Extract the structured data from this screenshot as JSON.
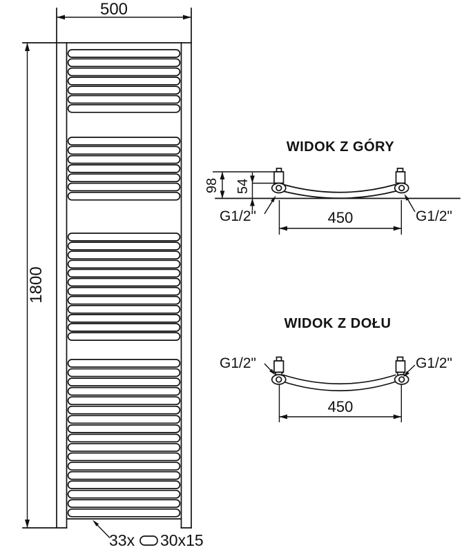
{
  "drawing": {
    "front_view": {
      "width_label": "500",
      "height_label": "1800",
      "rung_count_label": "33x",
      "rung_size_label": "30x15",
      "rung_symbol": "oval-tube",
      "rung_groups": [
        {
          "start": 72,
          "count": 7,
          "pitch": 13.3
        },
        {
          "start": 199,
          "count": 7,
          "pitch": 13.3
        },
        {
          "start": 338,
          "count": 12,
          "pitch": 13.1
        },
        {
          "start": 521,
          "count": 17,
          "pitch": 13.55
        }
      ]
    },
    "top_view": {
      "title": "WIDOK Z GÓRY",
      "depth_label": "98",
      "offset_label": "54",
      "spacing_label": "450",
      "thread_left": "G1/2\"",
      "thread_right": "G1/2\""
    },
    "bottom_view": {
      "title": "WIDOK Z DOŁU",
      "spacing_label": "450",
      "thread_left": "G1/2\"",
      "thread_right": "G1/2\""
    },
    "colors": {
      "line": "#111111",
      "background": "#ffffff"
    }
  }
}
